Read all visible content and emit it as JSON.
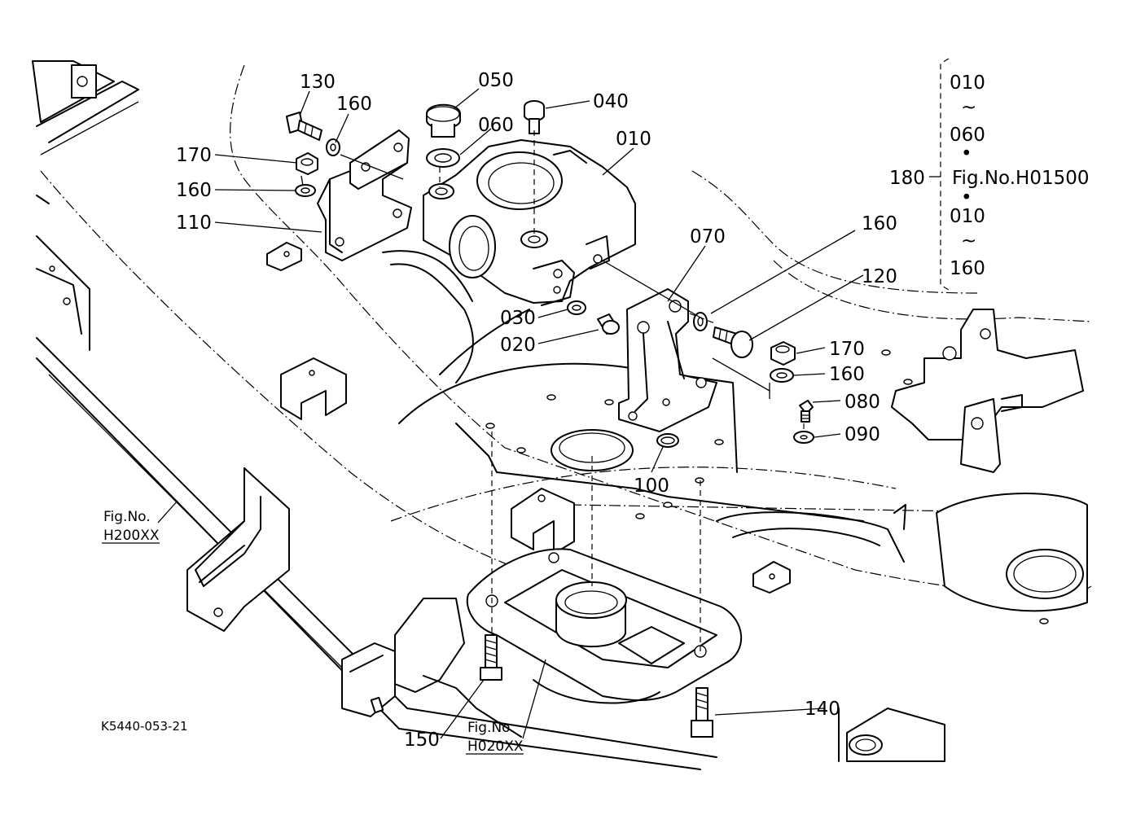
{
  "diagram_code": "K5440-053-21",
  "callouts": {
    "p010": "010",
    "p020": "020",
    "p030": "030",
    "p040": "040",
    "p050": "050",
    "p060": "060",
    "p070": "070",
    "p080": "080",
    "p090": "090",
    "p100": "100",
    "p110": "110",
    "p120": "120",
    "p130": "130",
    "p140": "140",
    "p150": "150",
    "p160a": "160",
    "p160b": "160",
    "p160c": "160",
    "p160d": "160",
    "p170a": "170",
    "p170b": "170"
  },
  "kit": {
    "number": "180",
    "lines": [
      "010",
      "~",
      "060",
      "•",
      "Fig.No.H01500",
      "•",
      "010",
      "~",
      "160"
    ]
  },
  "refs": {
    "h200": {
      "title": "Fig.No.",
      "code": "H200XX"
    },
    "h020": {
      "title": "Fig.No.",
      "code": "H020XX"
    }
  }
}
